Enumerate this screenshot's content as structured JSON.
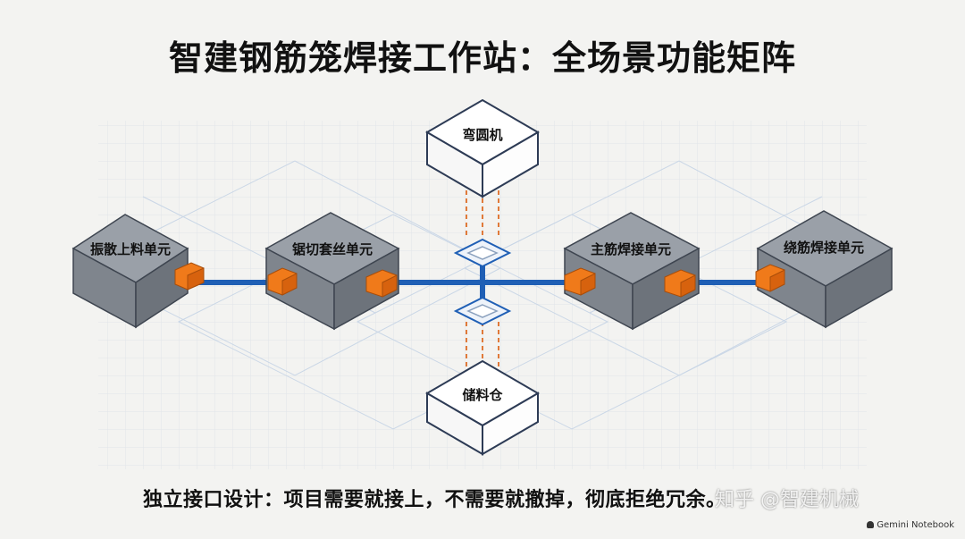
{
  "title": "智建钢筋笼焊接工作站：全场景功能矩阵",
  "units": [
    {
      "label": "振散上料单元"
    },
    {
      "label": "锯切套丝单元"
    },
    {
      "label": "主筋焊接单元"
    },
    {
      "label": "绕筋焊接单元"
    }
  ],
  "nodes": {
    "top": "弯圆机",
    "bottom": "储料仓"
  },
  "caption": "独立接口设计：项目需要就接上，不需要就撤掉，彻底拒绝冗余。",
  "watermark": "知乎 @智建机械",
  "brand": "Gemini Notebook",
  "colors": {
    "block_top": "#9aa0a8",
    "block_side": "#6d737b",
    "connector": "#f07a1a",
    "link": "#1f5fb5",
    "dashed": "#e07a3a"
  }
}
